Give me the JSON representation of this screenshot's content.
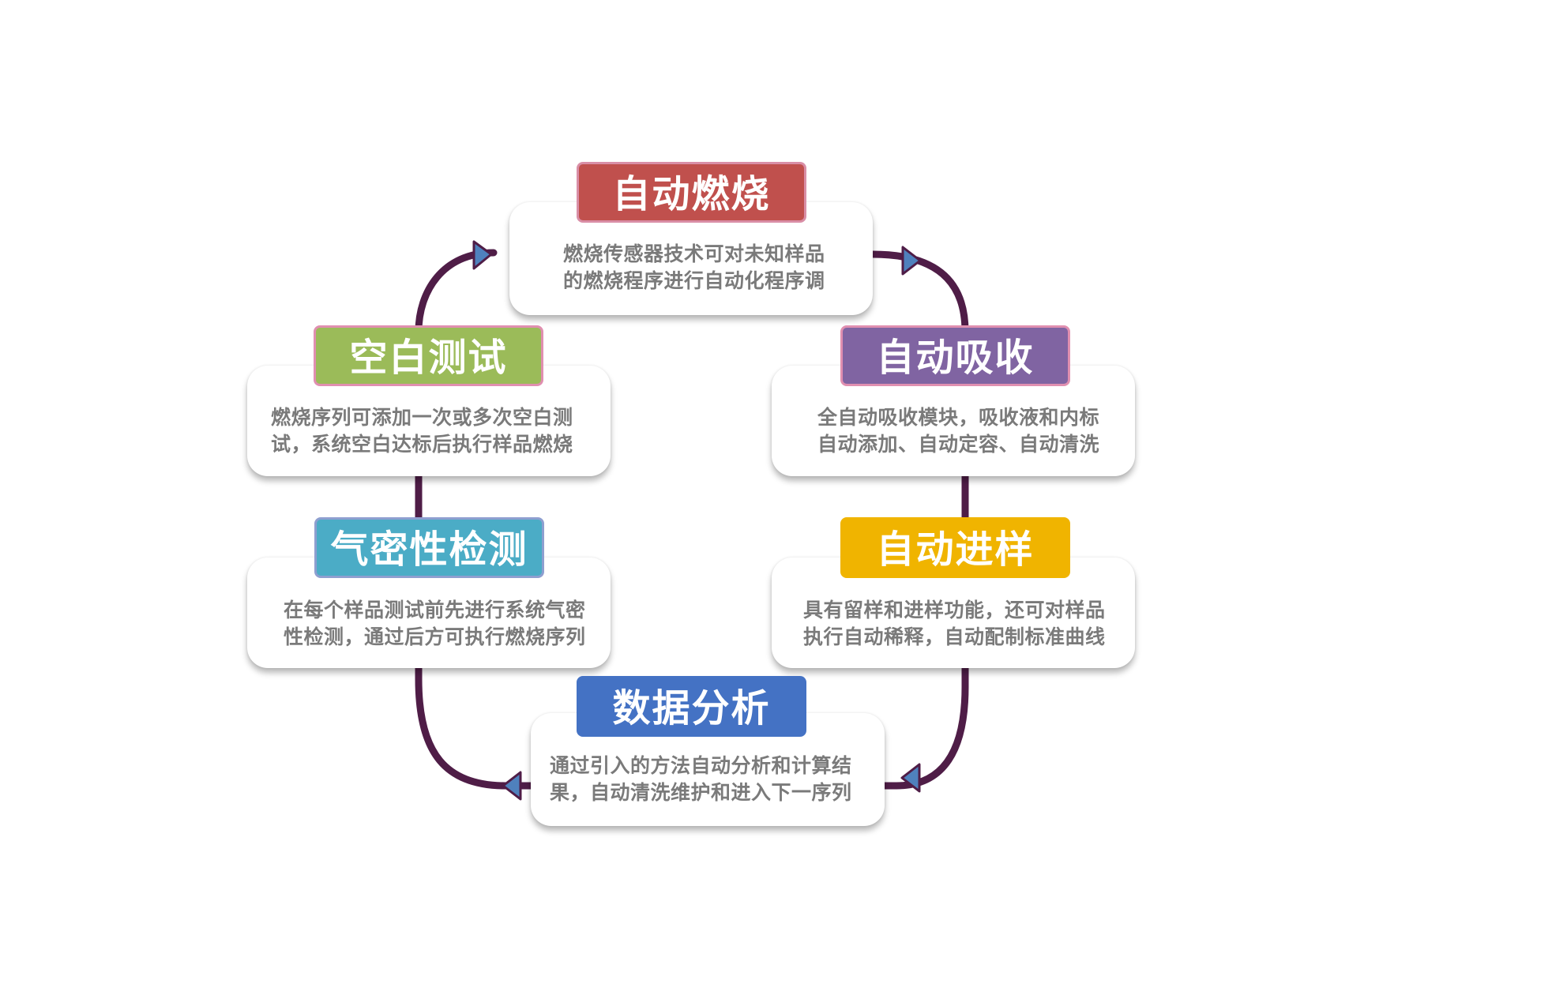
{
  "stages": [
    {
      "id": "combustion",
      "title": "自动燃烧",
      "color": "#c0504d",
      "border": "#d98ea6",
      "lines": [
        "燃烧传感器技术可对未知样品",
        "的燃烧程序进行自动化程序调"
      ]
    },
    {
      "id": "absorption",
      "title": "自动吸收",
      "color": "#8064a2",
      "border": "#e08fb0",
      "lines": [
        "全自动吸收模块，吸收液和内标",
        "自动添加、自动定容、自动清洗"
      ]
    },
    {
      "id": "sampling",
      "title": "自动进样",
      "color": "#f0b400",
      "border": "#f0b400",
      "lines": [
        "具有留样和进样功能，还可对样品",
        "执行自动稀释，自动配制标准曲线"
      ]
    },
    {
      "id": "analysis",
      "title": "数据分析",
      "color": "#4472c4",
      "border": "#4472c4",
      "lines": [
        "通过引入的方法自动分析和计算结",
        "果，自动清洗维护和进入下一序列"
      ]
    },
    {
      "id": "airtightness",
      "title": "气密性检测",
      "color": "#4bacc6",
      "border": "#8e9fd0",
      "lines": [
        "在每个样品测试前先进行系统气密",
        "性检测，通过后方可执行燃烧序列"
      ]
    },
    {
      "id": "blank",
      "title": "空白测试",
      "color": "#9bbb59",
      "border": "#e08fb0",
      "lines": [
        "燃烧序列可添加一次或多次空白测",
        "试，系统空白达标后执行样品燃烧"
      ]
    }
  ],
  "colors": {
    "cycle_line": "#4f1d47",
    "arrow_fill": "#4f81bd"
  }
}
